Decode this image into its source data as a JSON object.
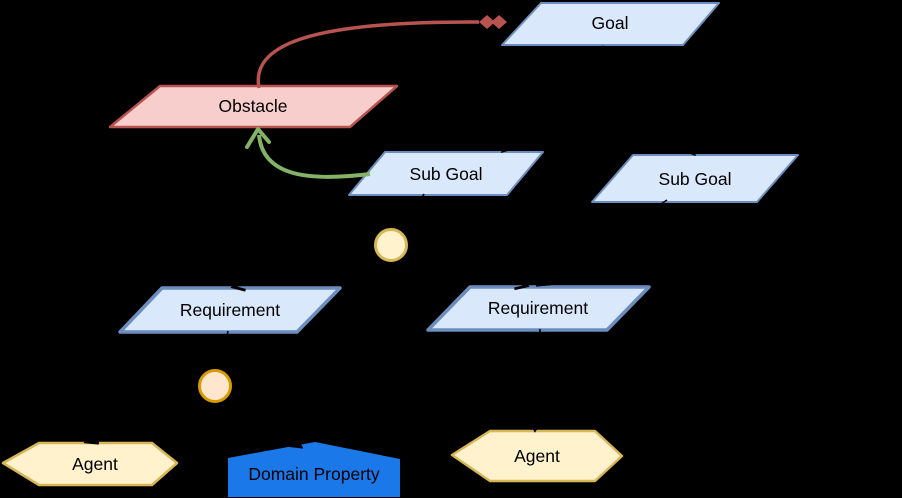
{
  "background": "#000000",
  "nodes": {
    "goal": {
      "label": "Goal",
      "fill": "#DAE8FC",
      "stroke": "#6C8EBF"
    },
    "obstacle": {
      "label": "Obstacle",
      "fill": "#F8CECC",
      "stroke": "#B85450"
    },
    "subgoal_left": {
      "label": "Sub Goal",
      "fill": "#DAE8FC",
      "stroke": "#6C8EBF"
    },
    "subgoal_right": {
      "label": "Sub Goal",
      "fill": "#DAE8FC",
      "stroke": "#6C8EBF"
    },
    "requirement_left": {
      "label": "Requirement",
      "fill": "#DAE8FC",
      "stroke": "#6C8EBF"
    },
    "requirement_right": {
      "label": "Requirement",
      "fill": "#DAE8FC",
      "stroke": "#6C8EBF"
    },
    "agent_left": {
      "label": "Agent",
      "fill": "#FFF2CC",
      "stroke": "#D6B656"
    },
    "agent_right": {
      "label": "Agent",
      "fill": "#FFF2CC",
      "stroke": "#D6B656"
    },
    "domain_property": {
      "label": "Domain Property",
      "fill": "#1B78E8",
      "text_color": "#FFFFFF"
    },
    "refinement_circle_upper": {
      "fill": "#FFF2CC",
      "stroke": "#D6B656"
    },
    "refinement_circle_lower": {
      "fill": "#FFE6CC",
      "stroke": "#D79B00"
    }
  },
  "connectors": {
    "obstruction_color": "#B85450",
    "resolution_color": "#82B366",
    "refinement_color": "#000000"
  }
}
